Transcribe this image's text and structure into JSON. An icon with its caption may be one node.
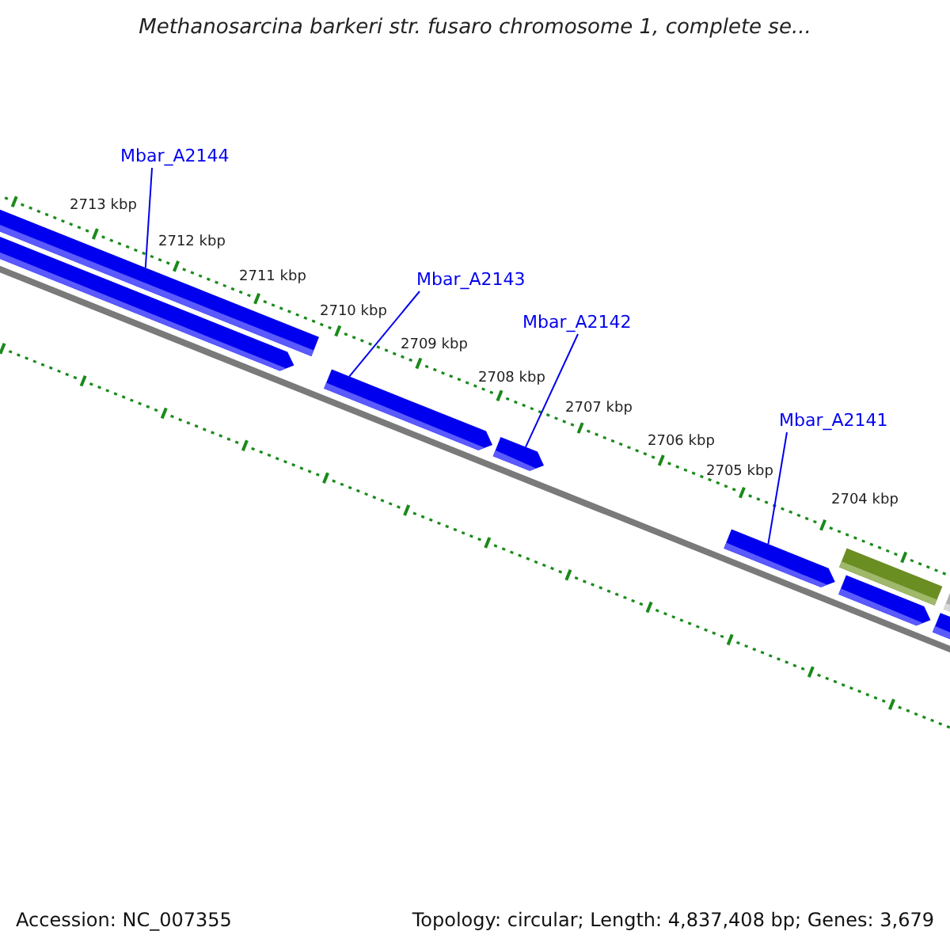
{
  "diagram": {
    "title": "Methanosarcina barkeri str. fusaro chromosome 1, complete se...",
    "nodes": [
      {
        "text": [
          "Mbar_A2144"
        ]
      },
      {
        "text": [],
        "shape": "bar"
      },
      {
        "text": [
          "Mbar_A2143"
        ]
      },
      {
        "text": [],
        "shape": "bar"
      },
      {
        "text": [
          "Mbar_A2142"
        ]
      },
      {
        "text": [],
        "shape": "bar"
      },
      {
        "text": [
          "Mbar_A2141"
        ]
      },
      {
        "text": [],
        "shape": "bar"
      }
    ],
    "edges": [
      {
        "from": 0,
        "to": 1,
        "arrow": "none"
      },
      {
        "from": 2,
        "to": 3,
        "arrow": "none"
      },
      {
        "from": 4,
        "to": 5,
        "arrow": "none"
      },
      {
        "from": 6,
        "to": 7,
        "arrow": "none"
      }
    ],
    "labels": [
      "2713 kbp",
      "2712 kbp",
      "2711 kbp",
      "2710 kbp",
      "2709 kbp",
      "2708 kbp",
      "2707 kbp",
      "2706 kbp",
      "2705 kbp",
      "2704 kbp",
      "Accession: NC_007355",
      "Topology: circular; Length: 4,837,408 bp; Genes: 3,679"
    ]
  }
}
